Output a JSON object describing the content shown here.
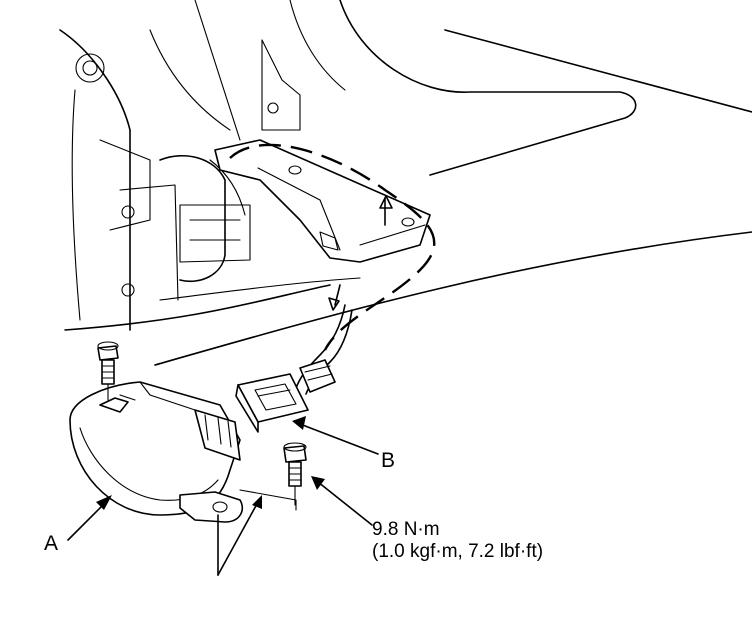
{
  "callouts": {
    "part_a": "A",
    "part_b": "B",
    "torque_value": "9.8 N·m",
    "torque_conversion": "(1.0 kgf·m, 7.2 lbf·ft)"
  },
  "colors": {
    "line": "#000000",
    "background": "#ffffff"
  }
}
